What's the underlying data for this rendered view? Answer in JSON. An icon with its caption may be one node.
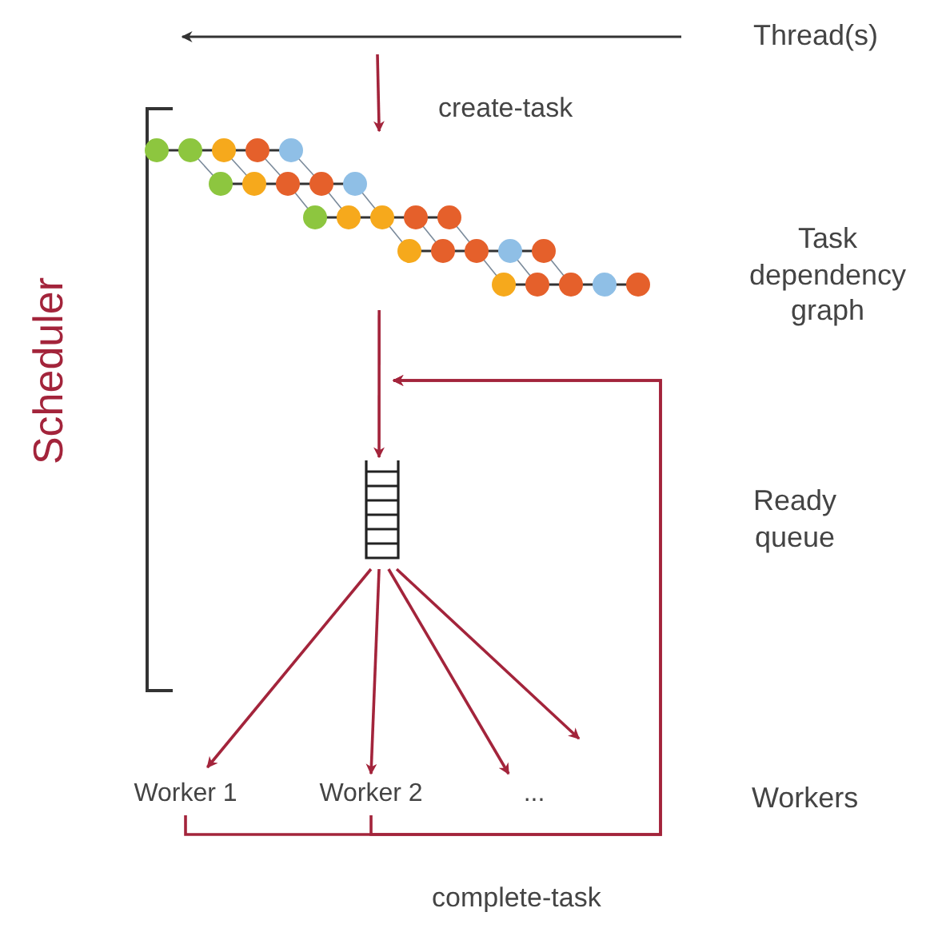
{
  "diagram": {
    "nodes": [
      {
        "text": [],
        "shape": "bar",
        "beside": [
          "Thread(s)"
        ]
      },
      {
        "text": [],
        "shape": "picture",
        "beside": [
          "Task dependency graph"
        ]
      },
      {
        "text": [],
        "shape": "picture"
      },
      {
        "text": [
          "Worker 1"
        ]
      },
      {
        "text": [
          "Worker 2"
        ]
      },
      {
        "text": [
          "..."
        ]
      }
    ],
    "edges": [
      {
        "from": 0,
        "to": 1,
        "arrow": "to",
        "label": "create-task"
      },
      {
        "from": 1,
        "to": 2,
        "arrow": "to"
      },
      {
        "from": 2,
        "to": 3,
        "arrow": "to"
      },
      {
        "from": 2,
        "to": 4,
        "arrow": "to"
      },
      {
        "from": 2,
        "to": 5,
        "arrow": "to"
      },
      {
        "from": 2,
        "to": null,
        "arrow": "to"
      },
      {
        "from": 3,
        "to": null,
        "arrow": "to",
        "label": "complete-task"
      },
      {
        "from": 4,
        "to": null,
        "arrow": "to"
      }
    ],
    "labels": [
      "Scheduler",
      "Ready queue",
      "Workers"
    ]
  }
}
